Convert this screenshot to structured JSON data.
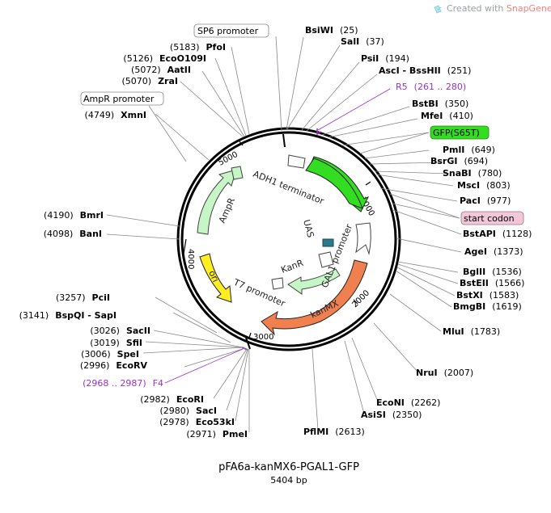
{
  "watermark": {
    "prefix": "Created with",
    "brand": "SnapGene",
    "reg": "®"
  },
  "plasmid": {
    "name": "pFA6a-kanMX6-PGAL1-GFP",
    "size_label": "5404 bp"
  },
  "ticks": [
    "1000",
    "2000",
    "3000",
    "4000",
    "5000"
  ],
  "enzymes": [
    {
      "name": "BsiWI",
      "pos": "(25)"
    },
    {
      "name": "SalI",
      "pos": "(37)"
    },
    {
      "name": "PsiI",
      "pos": "(194)"
    },
    {
      "name": "AscI - BssHII",
      "pos": "(251)"
    },
    {
      "name": "BstBI",
      "pos": "(350)"
    },
    {
      "name": "MfeI",
      "pos": "(410)"
    },
    {
      "name": "PmlI",
      "pos": "(649)"
    },
    {
      "name": "BsrGI",
      "pos": "(694)"
    },
    {
      "name": "SnaBI",
      "pos": "(780)"
    },
    {
      "name": "MscI",
      "pos": "(803)"
    },
    {
      "name": "PacI",
      "pos": "(977)"
    },
    {
      "name": "BstAPI",
      "pos": "(1128)"
    },
    {
      "name": "AgeI",
      "pos": "(1373)"
    },
    {
      "name": "BglII",
      "pos": "(1536)"
    },
    {
      "name": "BstEII",
      "pos": "(1566)"
    },
    {
      "name": "BstXI",
      "pos": "(1583)"
    },
    {
      "name": "BmgBI",
      "pos": "(1619)"
    },
    {
      "name": "MluI",
      "pos": "(1783)"
    },
    {
      "name": "NruI",
      "pos": "(2007)"
    },
    {
      "name": "EcoNI",
      "pos": "(2262)"
    },
    {
      "name": "AsiSI",
      "pos": "(2350)"
    },
    {
      "name": "PflMI",
      "pos": "(2613)"
    },
    {
      "name": "PmeI",
      "pos": "(2971)"
    },
    {
      "name": "Eco53kI",
      "pos": "(2978)"
    },
    {
      "name": "SacI",
      "pos": "(2980)"
    },
    {
      "name": "EcoRI",
      "pos": "(2982)"
    },
    {
      "name": "EcoRV",
      "pos": "(2996)"
    },
    {
      "name": "SpeI",
      "pos": "(3006)"
    },
    {
      "name": "SfiI",
      "pos": "(3019)"
    },
    {
      "name": "SacII",
      "pos": "(3026)"
    },
    {
      "name": "BspQI - SapI",
      "pos": "(3141)"
    },
    {
      "name": "PciI",
      "pos": "(3257)"
    },
    {
      "name": "BanI",
      "pos": "(4098)"
    },
    {
      "name": "BmrI",
      "pos": "(4190)"
    },
    {
      "name": "XmnI",
      "pos": "(4749)"
    },
    {
      "name": "ZraI",
      "pos": "(5070)"
    },
    {
      "name": "AatII",
      "pos": "(5072)"
    },
    {
      "name": "EcoO109I",
      "pos": "(5126)"
    },
    {
      "name": "PfoI",
      "pos": "(5183)"
    }
  ],
  "primers": [
    {
      "name": "R5",
      "pos": "(261 .. 280)"
    },
    {
      "name": "F4",
      "pos": "(2968 .. 2987)"
    }
  ],
  "callout_features": [
    {
      "name": "SP6 promoter"
    },
    {
      "name": "AmpR promoter"
    },
    {
      "name": "GFP(S65T)"
    },
    {
      "name": "start codon"
    }
  ],
  "features": [
    {
      "name": "ADH1 terminator"
    },
    {
      "name": "GAL1 promoter"
    },
    {
      "name": "kanMX"
    },
    {
      "name": "KanR"
    },
    {
      "name": "UAS"
    },
    {
      "name": "T7 promoter"
    },
    {
      "name": "ori"
    },
    {
      "name": "AmpR"
    }
  ],
  "colors": {
    "gfp": "#33dd22",
    "kanmx": "#f08050",
    "ampr": "#c6f5c6",
    "kanr": "#c6f5c6",
    "ori": "#ffee22",
    "uas": "#2a7a88",
    "start_codon": "#f0c8d8",
    "primer": "#9b30c8",
    "brand": "#f08080"
  }
}
